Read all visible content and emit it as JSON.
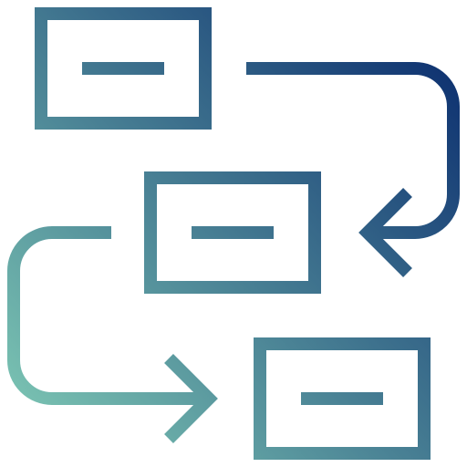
{
  "icon": {
    "name": "workflow-icon",
    "colors": {
      "gradient_start": "#7DC7B4",
      "gradient_end": "#0A2C6E"
    },
    "nodes": [
      {
        "name": "step-1-box",
        "placeholder": "dash"
      },
      {
        "name": "step-2-box",
        "placeholder": "dash"
      },
      {
        "name": "step-3-box",
        "placeholder": "dash"
      }
    ],
    "connectors": [
      {
        "name": "arrow-step1-to-step2",
        "direction": "to-left"
      },
      {
        "name": "arrow-step2-to-step3",
        "direction": "to-right"
      }
    ]
  }
}
